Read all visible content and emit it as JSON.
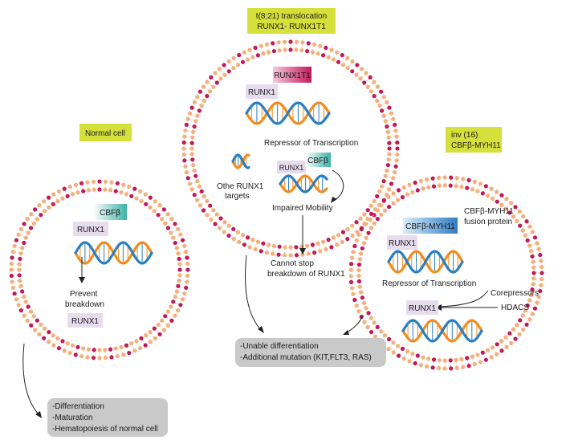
{
  "colors": {
    "membrane_head": "#c2185b",
    "membrane_head_light": "#f3b07c",
    "tail": "#f4c9a0",
    "dna_a": "#f28c1e",
    "dna_b": "#2a7fc1",
    "tag_yellow": "#d6e03a",
    "box_gray": "#c9c9c9",
    "runx1_tag": "#e7dcee",
    "runx1t1_tag": "#c2185b",
    "cbfb_tag": "#3bb3a6",
    "cbfb_myh11_tag": "#2f7cc4"
  },
  "normal": {
    "tag": "Normal cell",
    "cbfb": "CBFβ",
    "runx1": "RUNX1",
    "prevent": "Prevent",
    "breakdown": "breakdown",
    "runx1_bottom": "RUNX1"
  },
  "translocation": {
    "tag_line1": "t(8;21) translocation",
    "tag_line2": "RUNX1- RUNX1T1",
    "runx1t1": "RUNX1T1",
    "runx1": "RUNX1",
    "repressor": "Repressor of Transcription",
    "other_line1": "Othe RUNX1",
    "other_line2": "targets",
    "runx1_small": "RUNX1",
    "cbfb": "CBFβ",
    "impaired": "Impaired Mobility",
    "cannot_line1": "Cannot stop",
    "cannot_line2": "breakdown of RUNX1"
  },
  "inversion": {
    "tag_line1": "inv (16)",
    "tag_line2": "CBFβ-MYH11",
    "fusion_line1": "CBFβ-MYH11",
    "fusion_line2": "fusion protein",
    "cbfb_myh11": "CBFβ-MYH11",
    "runx1": "RUNX1",
    "repressor": "Repressor of Transcription",
    "corepressors": "Corepressors",
    "hdacs": "HDACS",
    "runx1_bottom": "RUNX1"
  },
  "outcome_abnormal": {
    "line1": "-Unable differentiation",
    "line2": "-Additional mutation (KIT,FLT3, RAS)"
  },
  "outcome_normal": {
    "line1": "-Differentiation",
    "line2": "-Maturation",
    "line3": "-Hematopoiesis of normal cell"
  }
}
